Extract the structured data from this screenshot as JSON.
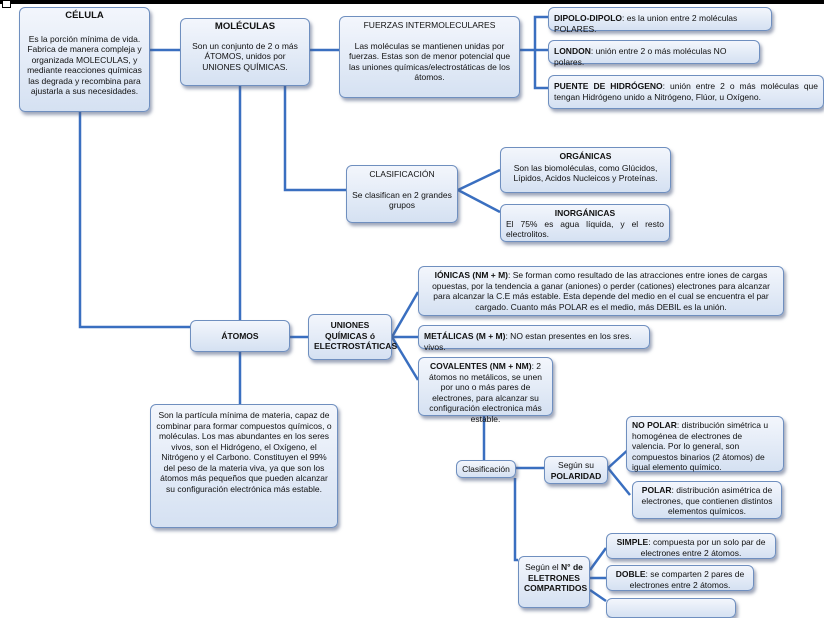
{
  "celula": {
    "title": "CÉLULA",
    "text": "Es la porción mínima de vida. Fabrica de manera compleja y organizada MOLECULAS, y mediante reacciones químicas las degrada y recombina para ajustarla a sus necesidades."
  },
  "moleculas": {
    "title": "MOLÉCULAS",
    "text": "Son un conjunto de 2 o más ÁTOMOS, unidos por UNIONES QUÍMICAS."
  },
  "fuerzas": {
    "title": "FUERZAS INTERMOLECULARES",
    "text": "Las moléculas se mantienen unidas por fuerzas. Estas son de menor potencial que las uniones químicas/electrostáticas de los átomos."
  },
  "dipolo": {
    "title": "DIPOLO-DIPOLO",
    "text": ": es la union entre 2 moléculas POLARES."
  },
  "london": {
    "title": "LONDON",
    "text": ": unión entre 2 o más moléculas NO polares."
  },
  "puente": {
    "title": "PUENTE DE HIDRÓGENO",
    "text": ": unión entre 2 o más moléculas que tengan Hidrógeno unido a Nitrógeno, Flúor, u Oxígeno."
  },
  "clasificacion": {
    "title": "CLASIFICACIÓN",
    "text": "Se clasifican en 2 grandes grupos"
  },
  "organicas": {
    "title": "ORGÁNICAS",
    "text": "Son las biomoléculas, como Glúcidos, Lípidos, Acidos Nucleicos y Proteínas."
  },
  "inorganicas": {
    "title": "INORGÁNICAS",
    "text": "El 75% es agua líquida, y el resto electrolitos."
  },
  "atomos": {
    "title": "ÁTOMOS",
    "text": "Son la partícula mínima de materia, capaz de combinar para formar compuestos químicos, o moléculas. Los mas abundantes en los seres vivos, son el Hidrógeno, el Oxígeno, el Nitrógeno y el Carbono. Constituyen el 99% del peso de la materia viva, ya que son los átomos más pequeños que pueden alcanzar su configuración electrónica más estable."
  },
  "uniones": {
    "title": "UNIONES QUÍMICAS ó ELECTROSTÁTICAS"
  },
  "ionicas": {
    "title": "IÓNICAS (NM + M)",
    "text": ": Se forman como resultado de las atracciones entre iones de cargas opuestas, por la tendencia a ganar (aniones) o perder (cationes) electrones para alcanzar para alcanzar la C.E más estable. Esta depende del medio en el cual se encuentra el par cargado. Cuanto más POLAR es el medio, más DEBIL es la unión."
  },
  "metalicas": {
    "title": "METÁLICAS (M + M)",
    "text": ": NO estan presentes en los sres. vivos."
  },
  "covalentes": {
    "title": "COVALENTES (NM + NM)",
    "text": ": 2 átomos no metálicos, se unen por uno o más pares de electrones, para alcanzar su configuración electronica más estable."
  },
  "clasif2": {
    "title": "Clasificación"
  },
  "polaridad": {
    "prefix": "Según su",
    "title": "POLARIDAD"
  },
  "nopolar": {
    "title": "NO POLAR",
    "text": ": distribución simétrica u homogénea de electrones de valencia. Por lo general, son compuestos binarios (2 átomos) de igual elemento químico."
  },
  "polar": {
    "title": "POLAR",
    "text": ": distribución asimétrica de electrones, que contienen distintos elementos químicos."
  },
  "electrones": {
    "prefix": "Según el",
    "title": "N° de ELETRONES COMPARTIDOS"
  },
  "simple": {
    "title": "SIMPLE",
    "text": ": compuesta por un solo par de electrones entre 2 átomos."
  },
  "doble": {
    "title": "DOBLE",
    "text": ": se comparten 2 pares de electrones entre 2 átomos."
  },
  "colors": {
    "line": "#3a6fc0",
    "box_border": "#6f8fbf",
    "box_fill": "#dbe5f4"
  }
}
